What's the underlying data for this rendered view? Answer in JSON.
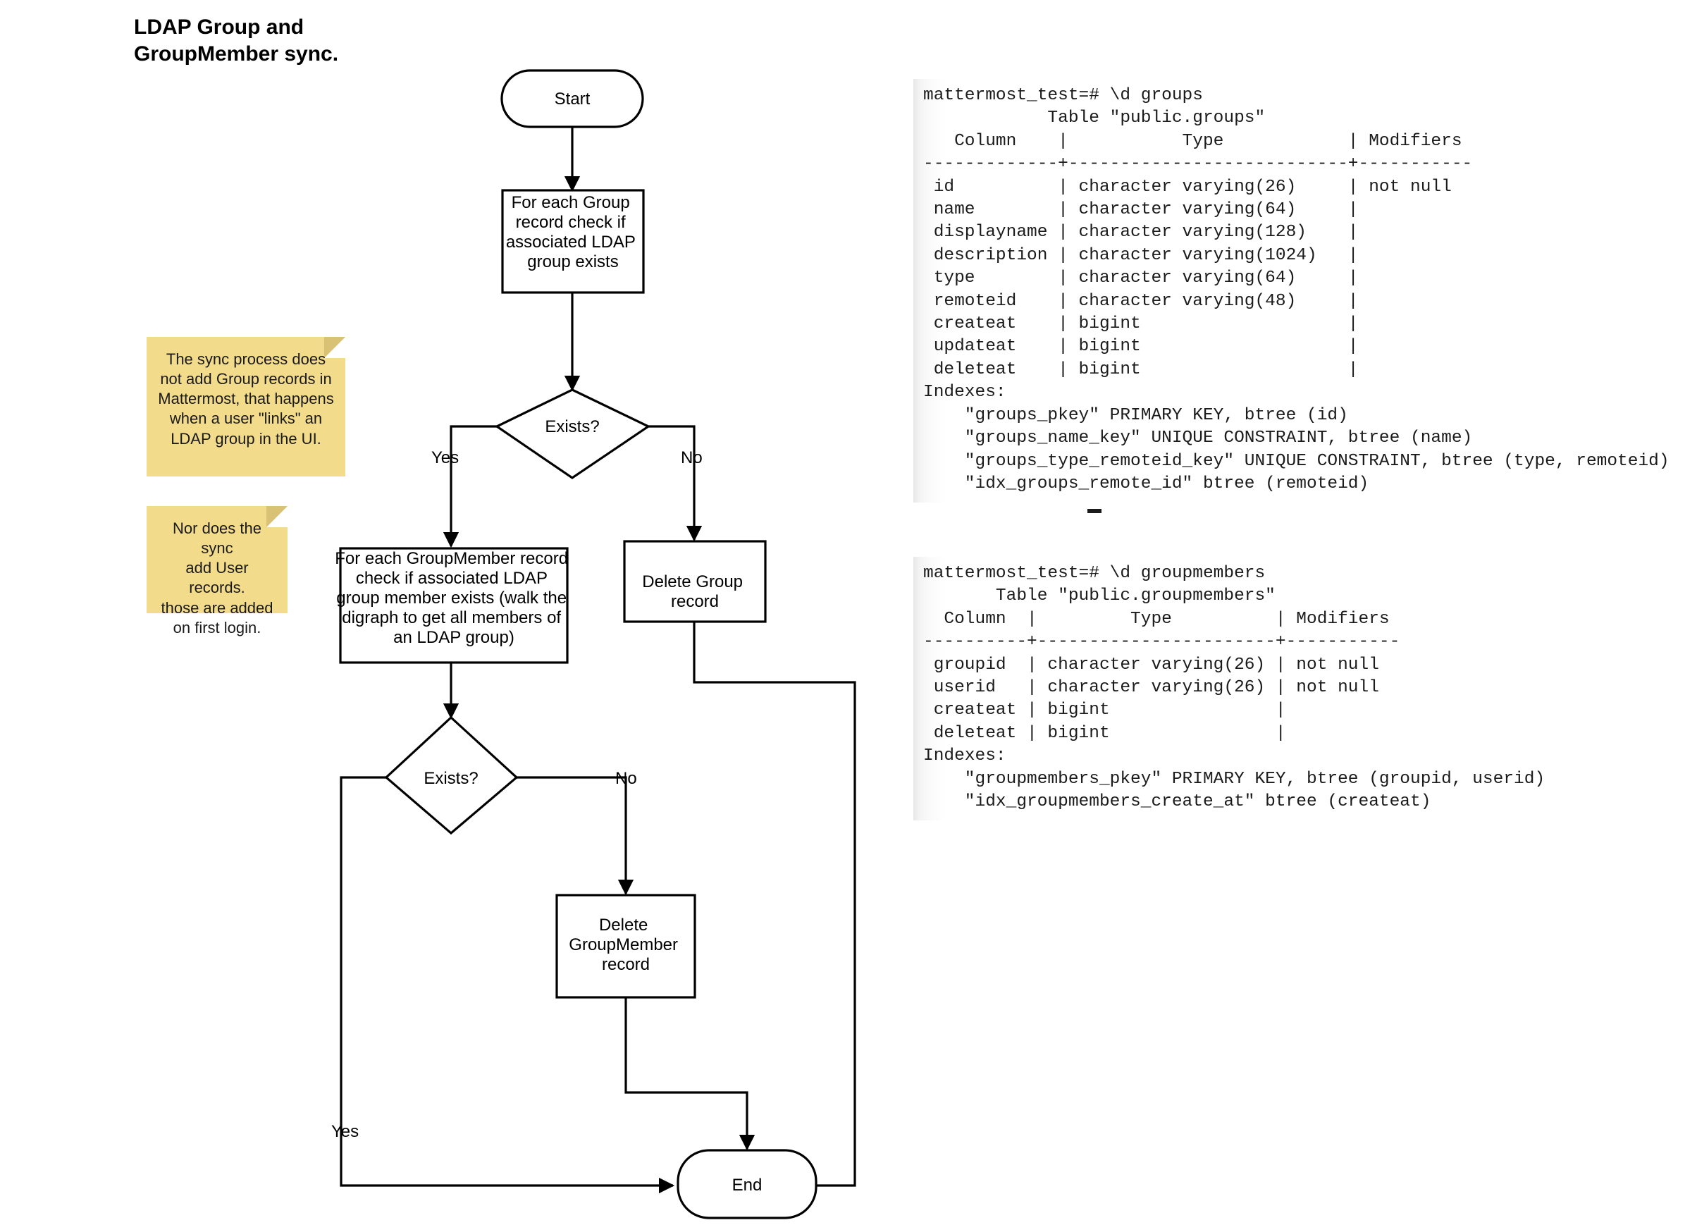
{
  "title": "LDAP Group and\nGroupMember sync.",
  "colors": {
    "note_fill": "#f2dc8c",
    "note_fold": "#d9c274",
    "stroke": "#000000",
    "background": "#ffffff",
    "terminal_text": "#1b1b1b"
  },
  "flowchart": {
    "nodes": [
      {
        "id": "start",
        "shape": "terminator",
        "label": "Start"
      },
      {
        "id": "check-group",
        "shape": "process",
        "label": "For each Group\nrecord check if\nassociated LDAP\ngroup exists"
      },
      {
        "id": "exists-group",
        "shape": "decision",
        "label": "Exists?"
      },
      {
        "id": "check-groupmember",
        "shape": "process",
        "label": "For each GroupMember record\ncheck if associated LDAP\ngroup member exists (walk the\ndigraph to get all members of\nan LDAP group)"
      },
      {
        "id": "delete-group",
        "shape": "process",
        "label": "Delete Group\nrecord"
      },
      {
        "id": "exists-groupmember",
        "shape": "decision",
        "label": "Exists?"
      },
      {
        "id": "delete-groupmember",
        "shape": "process",
        "label": "Delete\nGroupMember\nrecord"
      },
      {
        "id": "end",
        "shape": "terminator",
        "label": "End"
      }
    ],
    "edge_labels": {
      "group_yes": "Yes",
      "group_no": "No",
      "member_no": "No",
      "member_yes": "Yes"
    }
  },
  "notes": [
    {
      "id": "note-1",
      "text": "The sync process does\nnot add Group records in\nMattermost, that happens\nwhen a user \"links\" an\nLDAP group in the UI."
    },
    {
      "id": "note-2",
      "text": "Nor does the sync\nadd User records.\nthose are added\non first login."
    }
  ],
  "terminals": [
    {
      "id": "terminal-groups",
      "prompt": "mattermost_test=# \\d groups",
      "text": "mattermost_test=# \\d groups\n            Table \"public.groups\"\n   Column    |           Type            | Modifiers\n-------------+---------------------------+-----------\n id          | character varying(26)     | not null\n name        | character varying(64)     |\n displayname | character varying(128)    |\n description | character varying(1024)   |\n type        | character varying(64)     |\n remoteid    | character varying(48)     |\n createat    | bigint                    |\n updateat    | bigint                    |\n deleteat    | bigint                    |\nIndexes:\n    \"groups_pkey\" PRIMARY KEY, btree (id)\n    \"groups_name_key\" UNIQUE CONSTRAINT, btree (name)\n    \"groups_type_remoteid_key\" UNIQUE CONSTRAINT, btree (type, remoteid)\n    \"idx_groups_remote_id\" btree (remoteid)",
      "table_name": "public.groups",
      "headers": [
        "Column",
        "Type",
        "Modifiers"
      ],
      "rows": [
        [
          "id",
          "character varying(26)",
          "not null"
        ],
        [
          "name",
          "character varying(64)",
          ""
        ],
        [
          "displayname",
          "character varying(128)",
          ""
        ],
        [
          "description",
          "character varying(1024)",
          ""
        ],
        [
          "type",
          "character varying(64)",
          ""
        ],
        [
          "remoteid",
          "character varying(48)",
          ""
        ],
        [
          "createat",
          "bigint",
          ""
        ],
        [
          "updateat",
          "bigint",
          ""
        ],
        [
          "deleteat",
          "bigint",
          ""
        ]
      ],
      "indexes_label": "Indexes:",
      "indexes": [
        "\"groups_pkey\" PRIMARY KEY, btree (id)",
        "\"groups_name_key\" UNIQUE CONSTRAINT, btree (name)",
        "\"groups_type_remoteid_key\" UNIQUE CONSTRAINT, btree (type, remoteid)",
        "\"idx_groups_remote_id\" btree (remoteid)"
      ]
    },
    {
      "id": "terminal-groupmembers",
      "prompt": "mattermost_test=# \\d groupmembers",
      "text": "mattermost_test=# \\d groupmembers\n       Table \"public.groupmembers\"\n  Column  |         Type          | Modifiers\n----------+-----------------------+-----------\n groupid  | character varying(26) | not null\n userid   | character varying(26) | not null\n createat | bigint                |\n deleteat | bigint                |\nIndexes:\n    \"groupmembers_pkey\" PRIMARY KEY, btree (groupid, userid)\n    \"idx_groupmembers_create_at\" btree (createat)",
      "table_name": "public.groupmembers",
      "headers": [
        "Column",
        "Type",
        "Modifiers"
      ],
      "rows": [
        [
          "groupid",
          "character varying(26)",
          "not null"
        ],
        [
          "userid",
          "character varying(26)",
          "not null"
        ],
        [
          "createat",
          "bigint",
          ""
        ],
        [
          "deleteat",
          "bigint",
          ""
        ]
      ],
      "indexes_label": "Indexes:",
      "indexes": [
        "\"groupmembers_pkey\" PRIMARY KEY, btree (groupid, userid)",
        "\"idx_groupmembers_create_at\" btree (createat)"
      ]
    }
  ]
}
